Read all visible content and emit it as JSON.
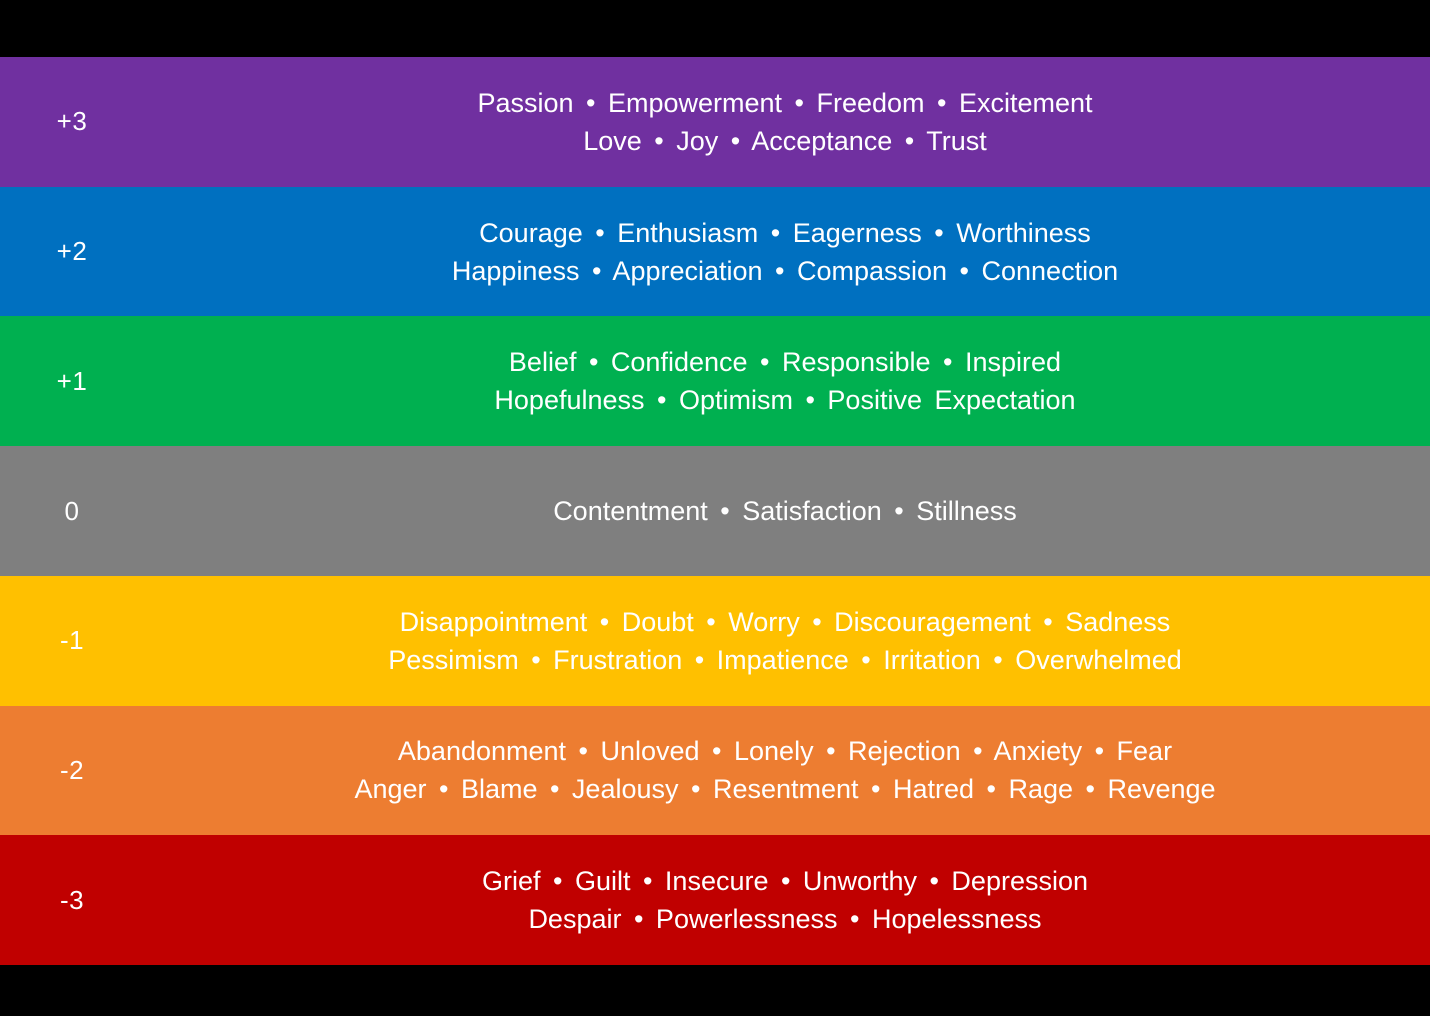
{
  "page": {
    "background_color": "#000000",
    "text_color": "#FFFFFF"
  },
  "scale": {
    "bands": [
      {
        "level": "+3",
        "color": "#7030A0",
        "lines": [
          "Passion • Empowerment • Freedom • Excitement",
          "Love • Joy • Acceptance • Trust"
        ]
      },
      {
        "level": "+2",
        "color": "#0070C0",
        "lines": [
          "Courage • Enthusiasm • Eagerness • Worthiness",
          "Happiness • Appreciation • Compassion • Connection"
        ]
      },
      {
        "level": "+1",
        "color": "#00B050",
        "lines": [
          "Belief • Confidence • Responsible • Inspired",
          "Hopefulness • Optimism • Positive Expectation"
        ]
      },
      {
        "level": "0",
        "color": "#7F7F7F",
        "lines": [
          "Contentment • Satisfaction • Stillness"
        ]
      },
      {
        "level": "-1",
        "color": "#FFC000",
        "lines": [
          "Disappointment • Doubt • Worry • Discouragement • Sadness",
          "Pessimism • Frustration • Impatience • Irritation • Overwhelmed"
        ]
      },
      {
        "level": "-2",
        "color": "#ED7D31",
        "lines": [
          "Abandonment • Unloved • Lonely • Rejection • Anxiety • Fear",
          "Anger • Blame • Jealousy • Resentment • Hatred • Rage • Revenge"
        ]
      },
      {
        "level": "-3",
        "color": "#C00000",
        "lines": [
          "Grief • Guilt • Insecure • Unworthy • Depression",
          "Despair • Powerlessness • Hopelessness"
        ]
      }
    ]
  }
}
